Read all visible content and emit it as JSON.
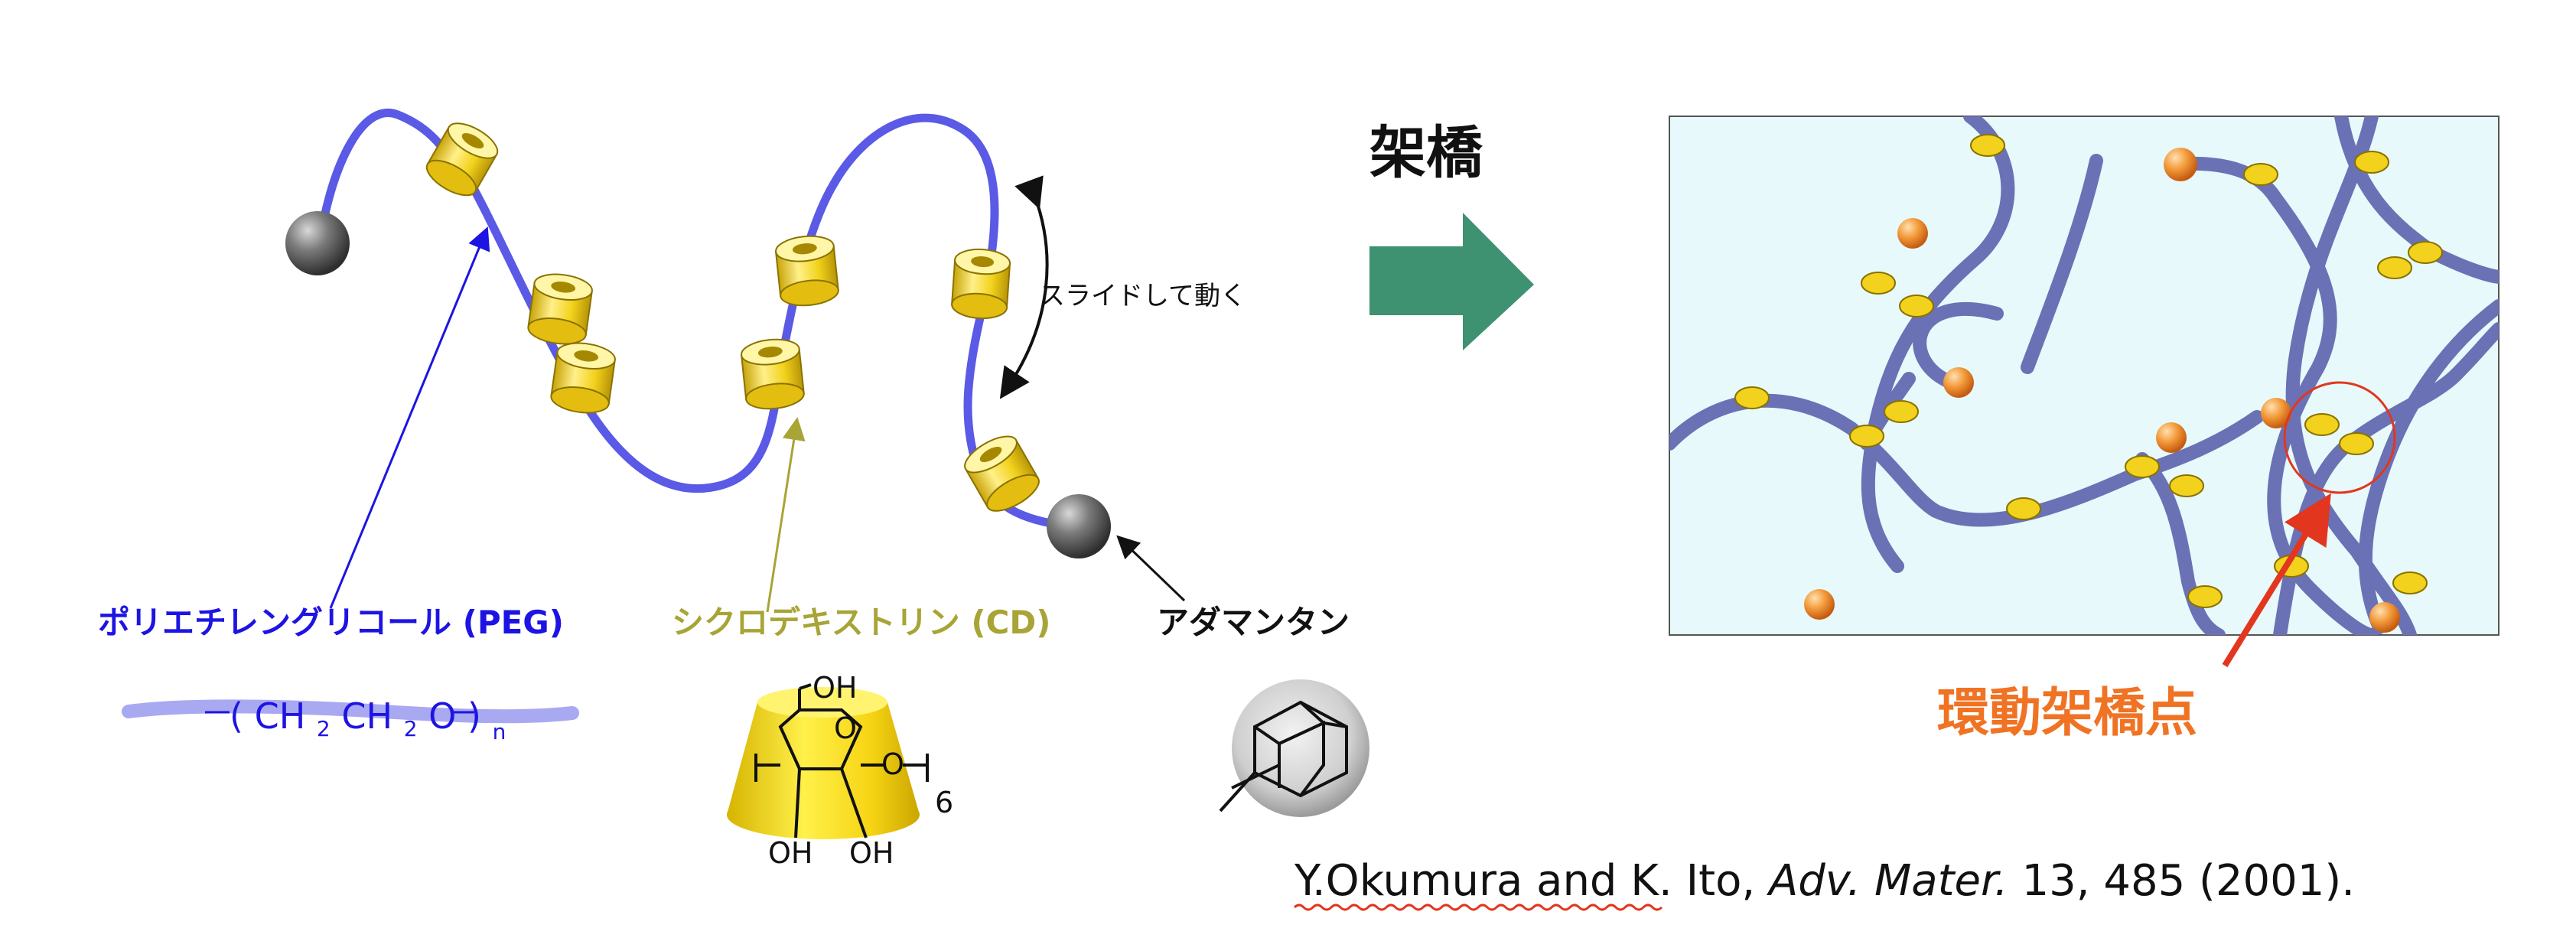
{
  "labels": {
    "crosslink_heading": "架橋",
    "slide_text": "スライドして動く",
    "peg": "ポリエチレングリコール (PEG)",
    "cd": "シクロデキストリン (CD)",
    "adamantane": "アダマンタン",
    "slide_ring_point": "環動架橋点"
  },
  "formulas": {
    "peg_open": "(",
    "peg_ch2a": "CH",
    "peg_sub2a": "2",
    "peg_ch2b": "CH",
    "peg_sub2b": "2",
    "peg_o": "O",
    "peg_close": ")",
    "peg_n": "n",
    "cd_oh_top": "OH",
    "cd_o_ring": "O",
    "cd_o_link": "O",
    "cd_oh_left": "OH",
    "cd_oh_right": "OH",
    "cd_sub6": "6"
  },
  "citation": {
    "authors": "Y.Okumura and K. Ito, ",
    "journal": "Adv. Mater.",
    "details": " 13, 485 (2001)."
  },
  "colors": {
    "peg_blue": "#1d14e3",
    "cd_olive": "#a8a436",
    "chain_blue": "#5a5ae6",
    "ring_yellow": "#f2d21c",
    "arrow_green": "#3e9272",
    "network_bg": "#e7f9fa",
    "network_chain": "#6a72b5",
    "bead_orange": "#f08a2a",
    "highlight_red": "#e2361f",
    "label_orange": "#f07324"
  }
}
